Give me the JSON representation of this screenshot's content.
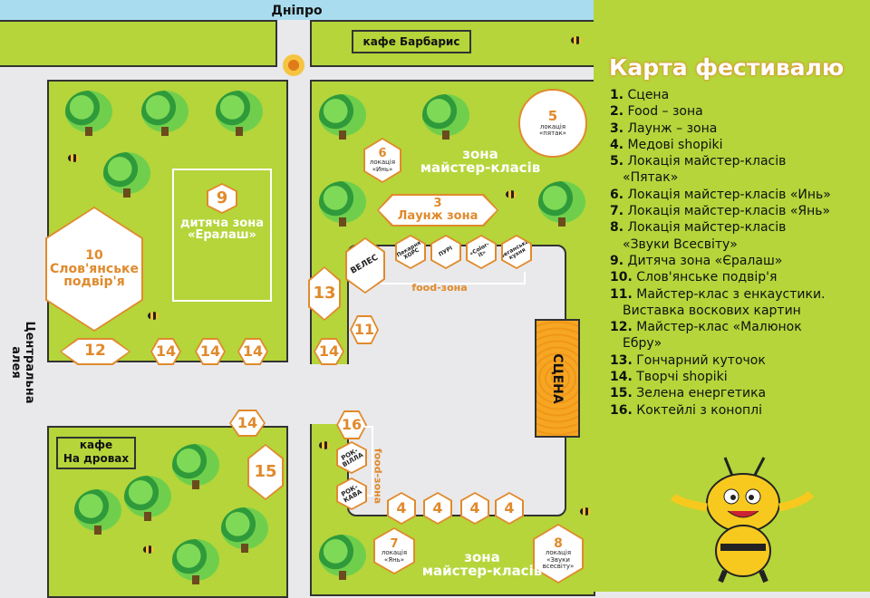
{
  "map": {
    "river": "Дніпро",
    "avenue": "Центральна алея",
    "cafe_top": "кафе Барбарис",
    "cafe_bottom": [
      "кафе",
      "На дровах"
    ],
    "zone_masterclass": [
      "зона",
      "майстер-класів"
    ],
    "food_zone": "food-зона",
    "stage": "СЦЕНА",
    "markers": {
      "m3": {
        "num": "3",
        "label": "Лаунж зона"
      },
      "m4": "4",
      "m5": {
        "num": "5",
        "label": [
          "локація",
          "«пятак»"
        ]
      },
      "m6": {
        "num": "6",
        "label": [
          "локація",
          "«Инь»"
        ]
      },
      "m7": {
        "num": "7",
        "label": [
          "локація",
          "«Янь»"
        ]
      },
      "m8": {
        "num": "8",
        "label": [
          "локація",
          "«Звуки",
          "всесвіту»"
        ]
      },
      "m9": {
        "num": "9",
        "label": [
          "дитяча зона",
          "«Ералаш»"
        ]
      },
      "m10": {
        "num": "10",
        "label": [
          "Слов'янське",
          "подвір'я"
        ]
      },
      "m11": "11",
      "m12": "12",
      "m13": "13",
      "m14": "14",
      "m15": "15",
      "m16": "16"
    },
    "food_stalls": [
      "ВЕЛЕС",
      "Пекарня ХОРС",
      "ПУРІ",
      "«Color-it»",
      "Веганська кухня",
      "РОК-ВІЛЛА",
      "РОК-КАВА"
    ]
  },
  "legend": {
    "title": "Карта фестивалю",
    "items": [
      {
        "n": "1.",
        "t": "Сцена"
      },
      {
        "n": "2.",
        "t": "Food – зона"
      },
      {
        "n": "3.",
        "t": "Лаунж – зона"
      },
      {
        "n": "4.",
        "t": "Медові shopiki"
      },
      {
        "n": "5.",
        "t": "Локація майстер-класів",
        "t2": "«Пятак»"
      },
      {
        "n": "6.",
        "t": "Локація майстер-класів «Инь»"
      },
      {
        "n": "7.",
        "t": "Локація майстер-класів «Янь»"
      },
      {
        "n": "8.",
        "t": "Локація майстер-класів",
        "t2": "«Звуки Всесвіту»"
      },
      {
        "n": "9.",
        "t": "Дитяча зона «Єралаш»"
      },
      {
        "n": "10.",
        "t": "Слов'янське подвір'я"
      },
      {
        "n": "11.",
        "t": "Майстер-клас з енкаустики.",
        "t2": "Виставка воскових картин"
      },
      {
        "n": "12.",
        "t": "Майстер-клас «Малюнок",
        "t2": "Ебру»"
      },
      {
        "n": "13.",
        "t": "Гончарний куточок"
      },
      {
        "n": "14.",
        "t": "Творчі shopiki"
      },
      {
        "n": "15.",
        "t": "Зелена енергетика"
      },
      {
        "n": "16.",
        "t": "Коктейлі з коноплі"
      }
    ]
  },
  "colors": {
    "grass": "#b5d53a",
    "road": "#e9e9eb",
    "river": "#a9dcef",
    "accent": "#e08a2c"
  }
}
